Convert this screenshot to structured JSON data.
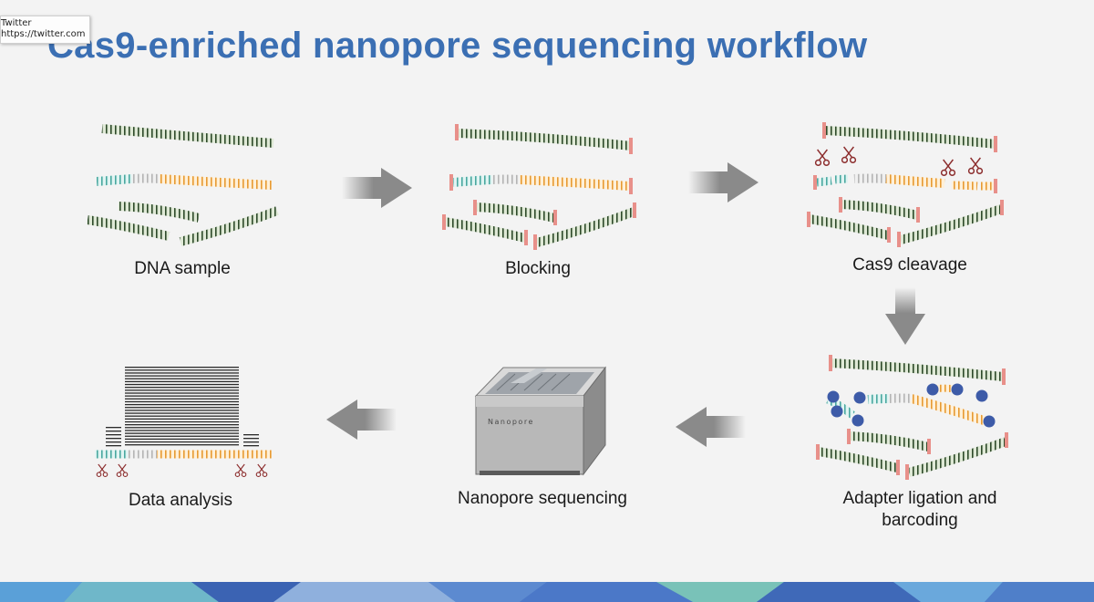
{
  "tooltip": {
    "line1": "Twitter",
    "line2": "https://twitter.com"
  },
  "title": "Cas9-enriched nanopore sequencing workflow",
  "steps": [
    {
      "label": "DNA sample"
    },
    {
      "label": "Blocking"
    },
    {
      "label": "Cas9 cleavage"
    },
    {
      "label_line1": "Adapter ligation and",
      "label_line2": "barcoding"
    },
    {
      "label": "Nanopore sequencing"
    },
    {
      "label": "Data analysis"
    }
  ],
  "device": {
    "brand_text": "Nanopore"
  },
  "colors": {
    "title": "#3b6fb3",
    "dna_green": "#1f3d1c",
    "dna_green_light": "#6f8f5a",
    "target_teal": "#5fb8b0",
    "target_orange": "#f0a040",
    "blocking_cap": "#e8908a",
    "adapter": "#3d5ba8",
    "scissors": "#8c2d2d",
    "arrow": "#8a8a8a"
  }
}
